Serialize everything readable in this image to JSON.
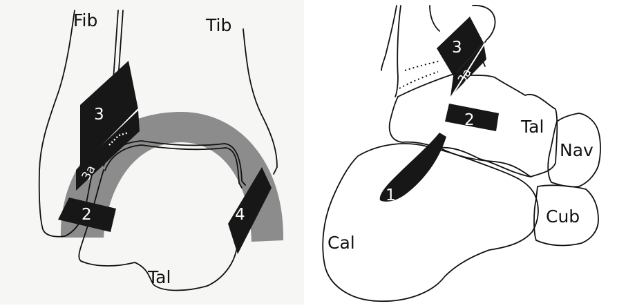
{
  "left": {
    "bones": {
      "fibula": "Fib",
      "tibia": "Tib",
      "talus": "Tal"
    },
    "ligaments": {
      "l2": "2",
      "l3": "3",
      "l3a": "3a",
      "l4": "4"
    }
  },
  "right": {
    "bones": {
      "talus": "Tal",
      "navicular": "Nav",
      "cuboid": "Cub",
      "calcaneus": "Cal"
    },
    "ligaments": {
      "l1": "1",
      "l2": "2",
      "l3": "3",
      "l3a": "3a"
    }
  },
  "colors": {
    "ligament": "#171717",
    "joint_shading": "#8c8c8c",
    "line": "#111111",
    "left_background": "#f6f6f4",
    "right_background": "#ffffff"
  }
}
